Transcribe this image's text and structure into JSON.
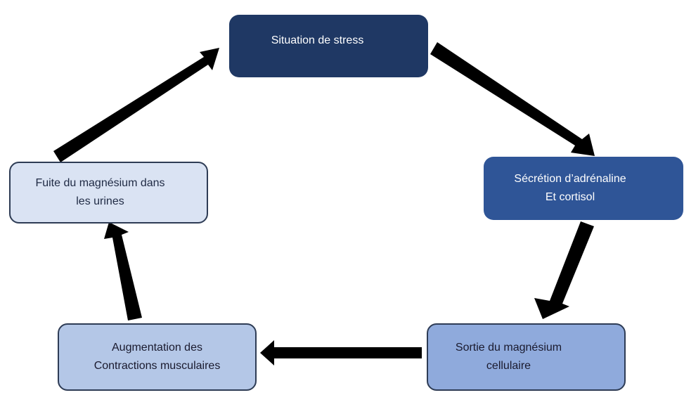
{
  "diagram": {
    "type": "cycle",
    "nodes": [
      {
        "id": "stress",
        "label": "Situation de stress",
        "color": "#1f3864",
        "text_color": "#ffffff"
      },
      {
        "id": "secretion",
        "label": "Sécrétion d’adrénaline\nEt cortisol",
        "color": "#2f5597",
        "text_color": "#ffffff"
      },
      {
        "id": "sortie",
        "label": "Sortie du magnésium\ncellulaire",
        "color": "#8faadc",
        "text_color": "#1a1a2e"
      },
      {
        "id": "augmentation",
        "label": "Augmentation des\nContractions musculaires",
        "color": "#b4c7e7",
        "text_color": "#1a1a2e"
      },
      {
        "id": "fuite",
        "label": "Fuite du magnésium dans\nles urines",
        "color": "#dae3f3",
        "text_color": "#1f2a44"
      }
    ],
    "edges": [
      {
        "from": "stress",
        "to": "secretion"
      },
      {
        "from": "secretion",
        "to": "sortie"
      },
      {
        "from": "sortie",
        "to": "augmentation"
      },
      {
        "from": "augmentation",
        "to": "fuite"
      },
      {
        "from": "fuite",
        "to": "stress"
      }
    ],
    "arrow_color": "#000000"
  }
}
